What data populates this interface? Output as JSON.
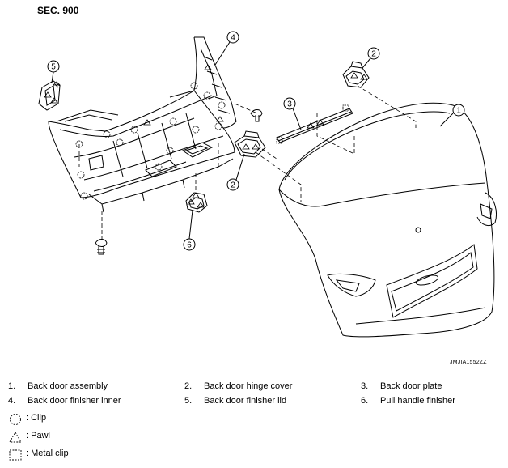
{
  "header": {
    "section": "SEC. 900"
  },
  "figure": {
    "code": "JMJIA1552ZZ"
  },
  "callouts": [
    {
      "id": 1,
      "part": "back-door-assembly"
    },
    {
      "id": 2,
      "part": "back-door-hinge-cover"
    },
    {
      "id": 3,
      "part": "back-door-plate"
    },
    {
      "id": 4,
      "part": "back-door-finisher-inner"
    },
    {
      "id": 5,
      "part": "back-door-finisher-lid"
    },
    {
      "id": 6,
      "part": "pull-handle-finisher"
    }
  ],
  "callout_labels": {
    "c1": "1",
    "c2a": "2",
    "c2b": "2",
    "c3": "3",
    "c4": "4",
    "c5": "5",
    "c6": "6"
  },
  "parts": [
    {
      "num": "1.",
      "label": "Back door assembly"
    },
    {
      "num": "2.",
      "label": "Back door hinge cover"
    },
    {
      "num": "3.",
      "label": "Back door plate"
    },
    {
      "num": "4.",
      "label": "Back door finisher inner"
    },
    {
      "num": "5.",
      "label": "Back door finisher lid"
    },
    {
      "num": "6.",
      "label": "Pull handle finisher"
    }
  ],
  "symbols": [
    {
      "shape": "clip",
      "label": ": Clip"
    },
    {
      "shape": "pawl",
      "label": ": Pawl"
    },
    {
      "shape": "metal-clip",
      "label": ": Metal clip"
    }
  ]
}
